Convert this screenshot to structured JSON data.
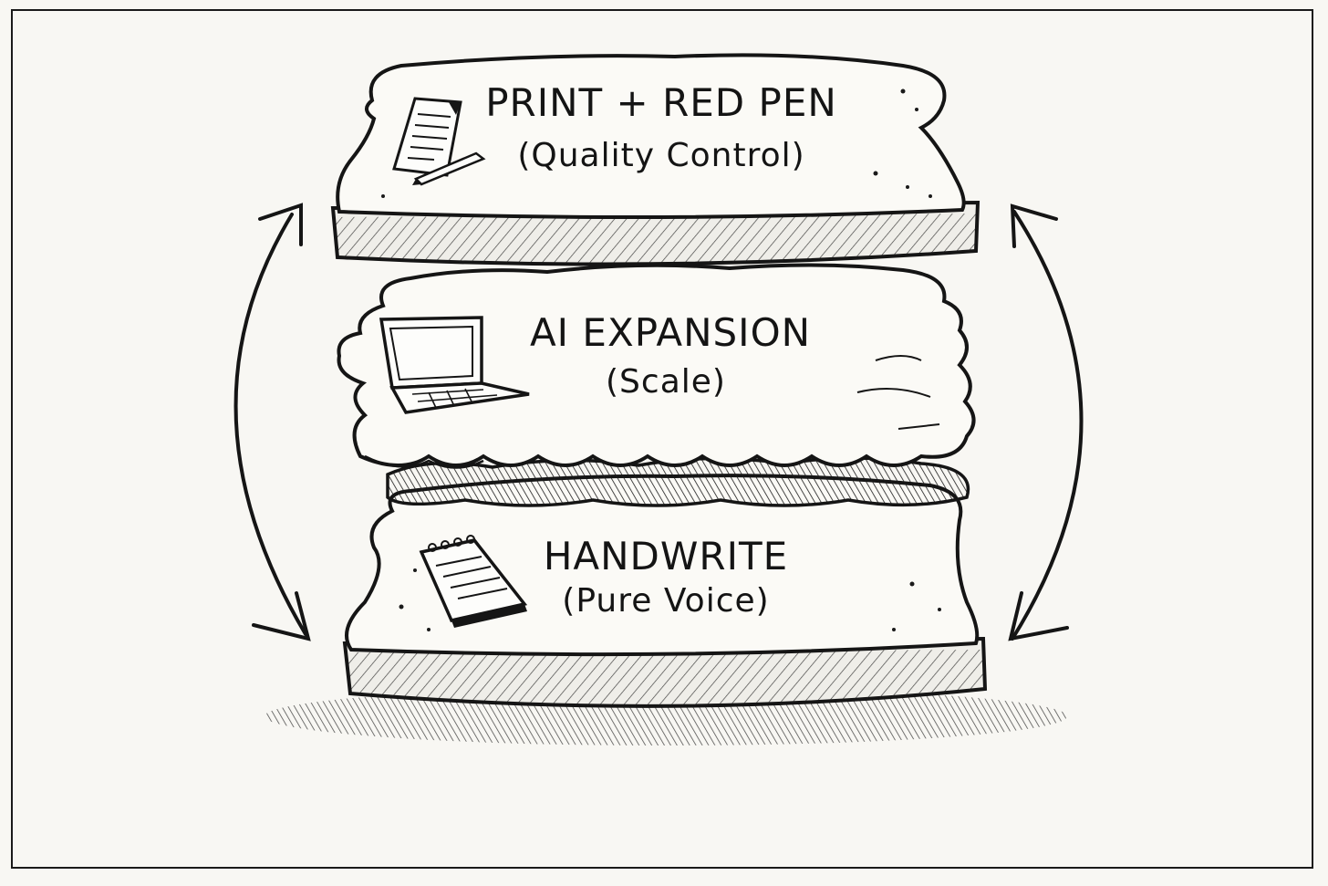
{
  "layers": {
    "top": {
      "title": "PRINT + RED PEN",
      "subtitle": "(Quality Control)",
      "icon": "paper-and-pen-icon"
    },
    "middle": {
      "title": "AI EXPANSION",
      "subtitle": "(Scale)",
      "icon": "laptop-icon"
    },
    "bottom": {
      "title": "HANDWRITE",
      "subtitle": "(Pure Voice)",
      "icon": "notepad-icon"
    }
  },
  "colors": {
    "ink": "#141414",
    "paper": "#f8f7f3",
    "bread": "#fbfaf6"
  }
}
